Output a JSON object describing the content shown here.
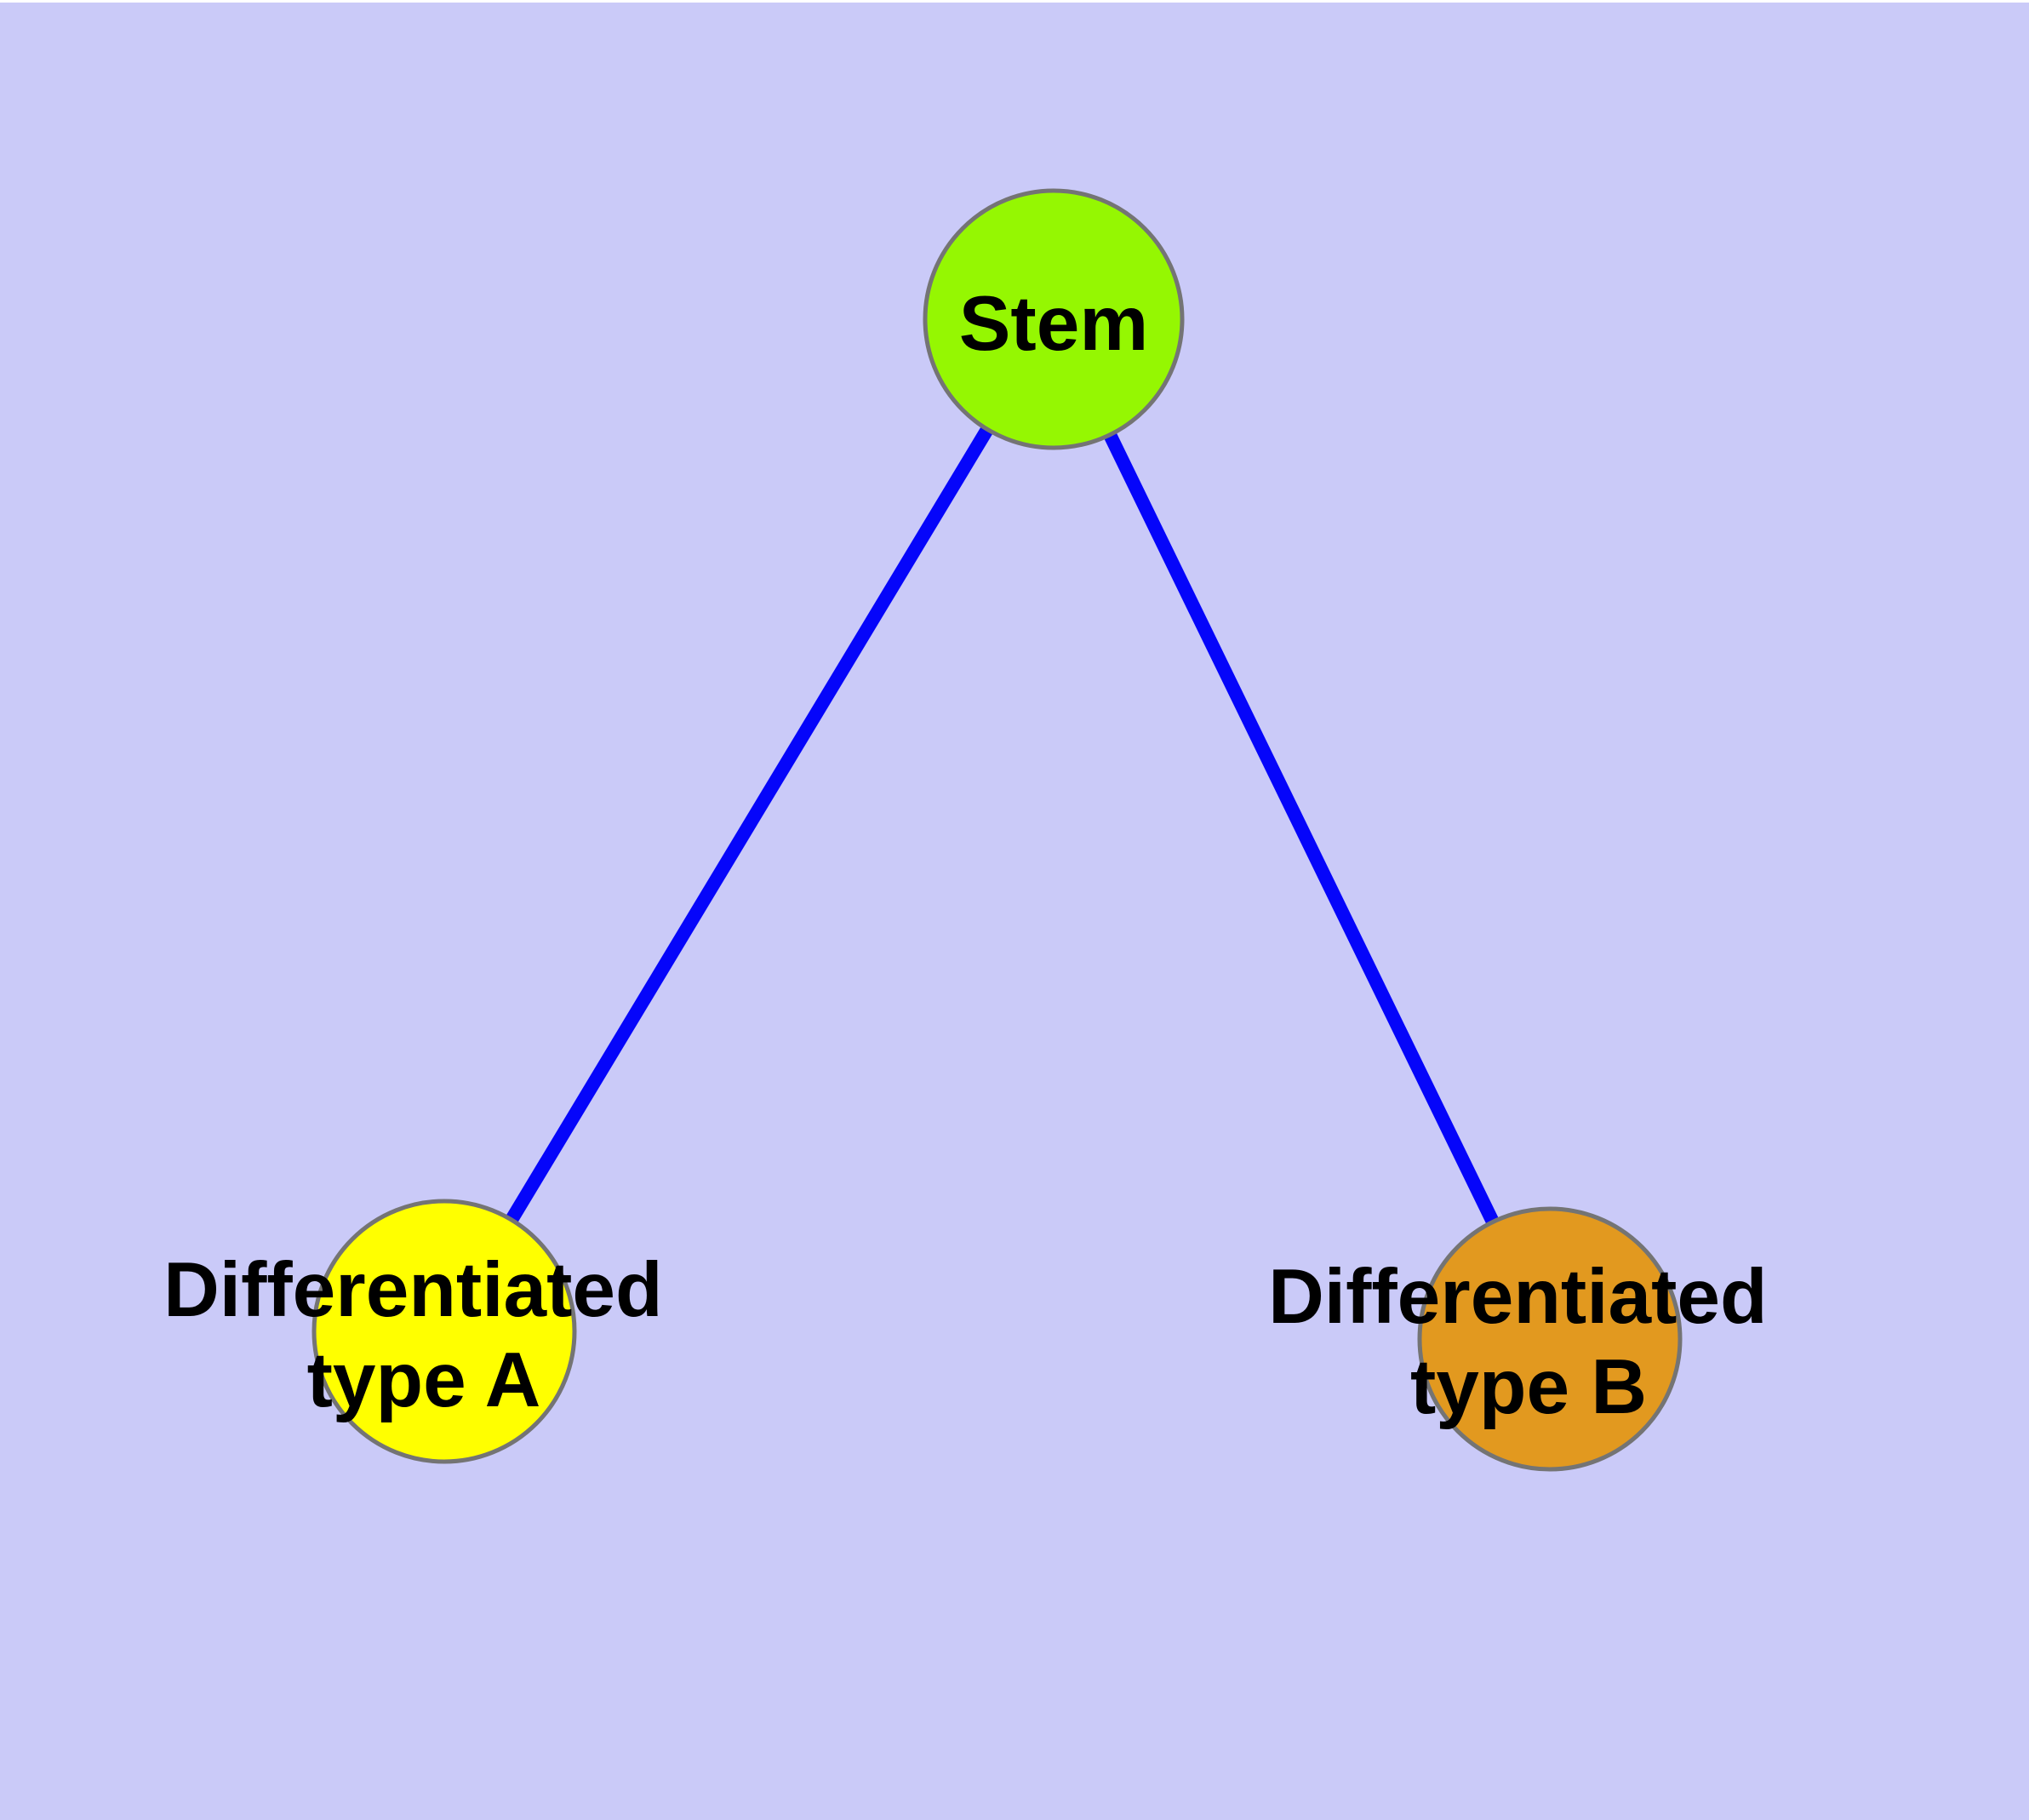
{
  "diagram": {
    "background_color": "#cacaf8",
    "node_border_color": "#747474",
    "edge_color": "#0505fa",
    "label_color": "#000000",
    "nodes": {
      "stem": {
        "label": "Stem",
        "fill": "#95f702"
      },
      "type_a": {
        "label_line1": "Differentiated",
        "label_line2": "type A",
        "fill": "#ffff00"
      },
      "type_b": {
        "label_line1": "Differentiated",
        "label_line2": "type B",
        "fill": "#e2991f"
      }
    },
    "edges": [
      {
        "from": "stem",
        "to": "type_a"
      },
      {
        "from": "stem",
        "to": "type_b"
      }
    ]
  }
}
